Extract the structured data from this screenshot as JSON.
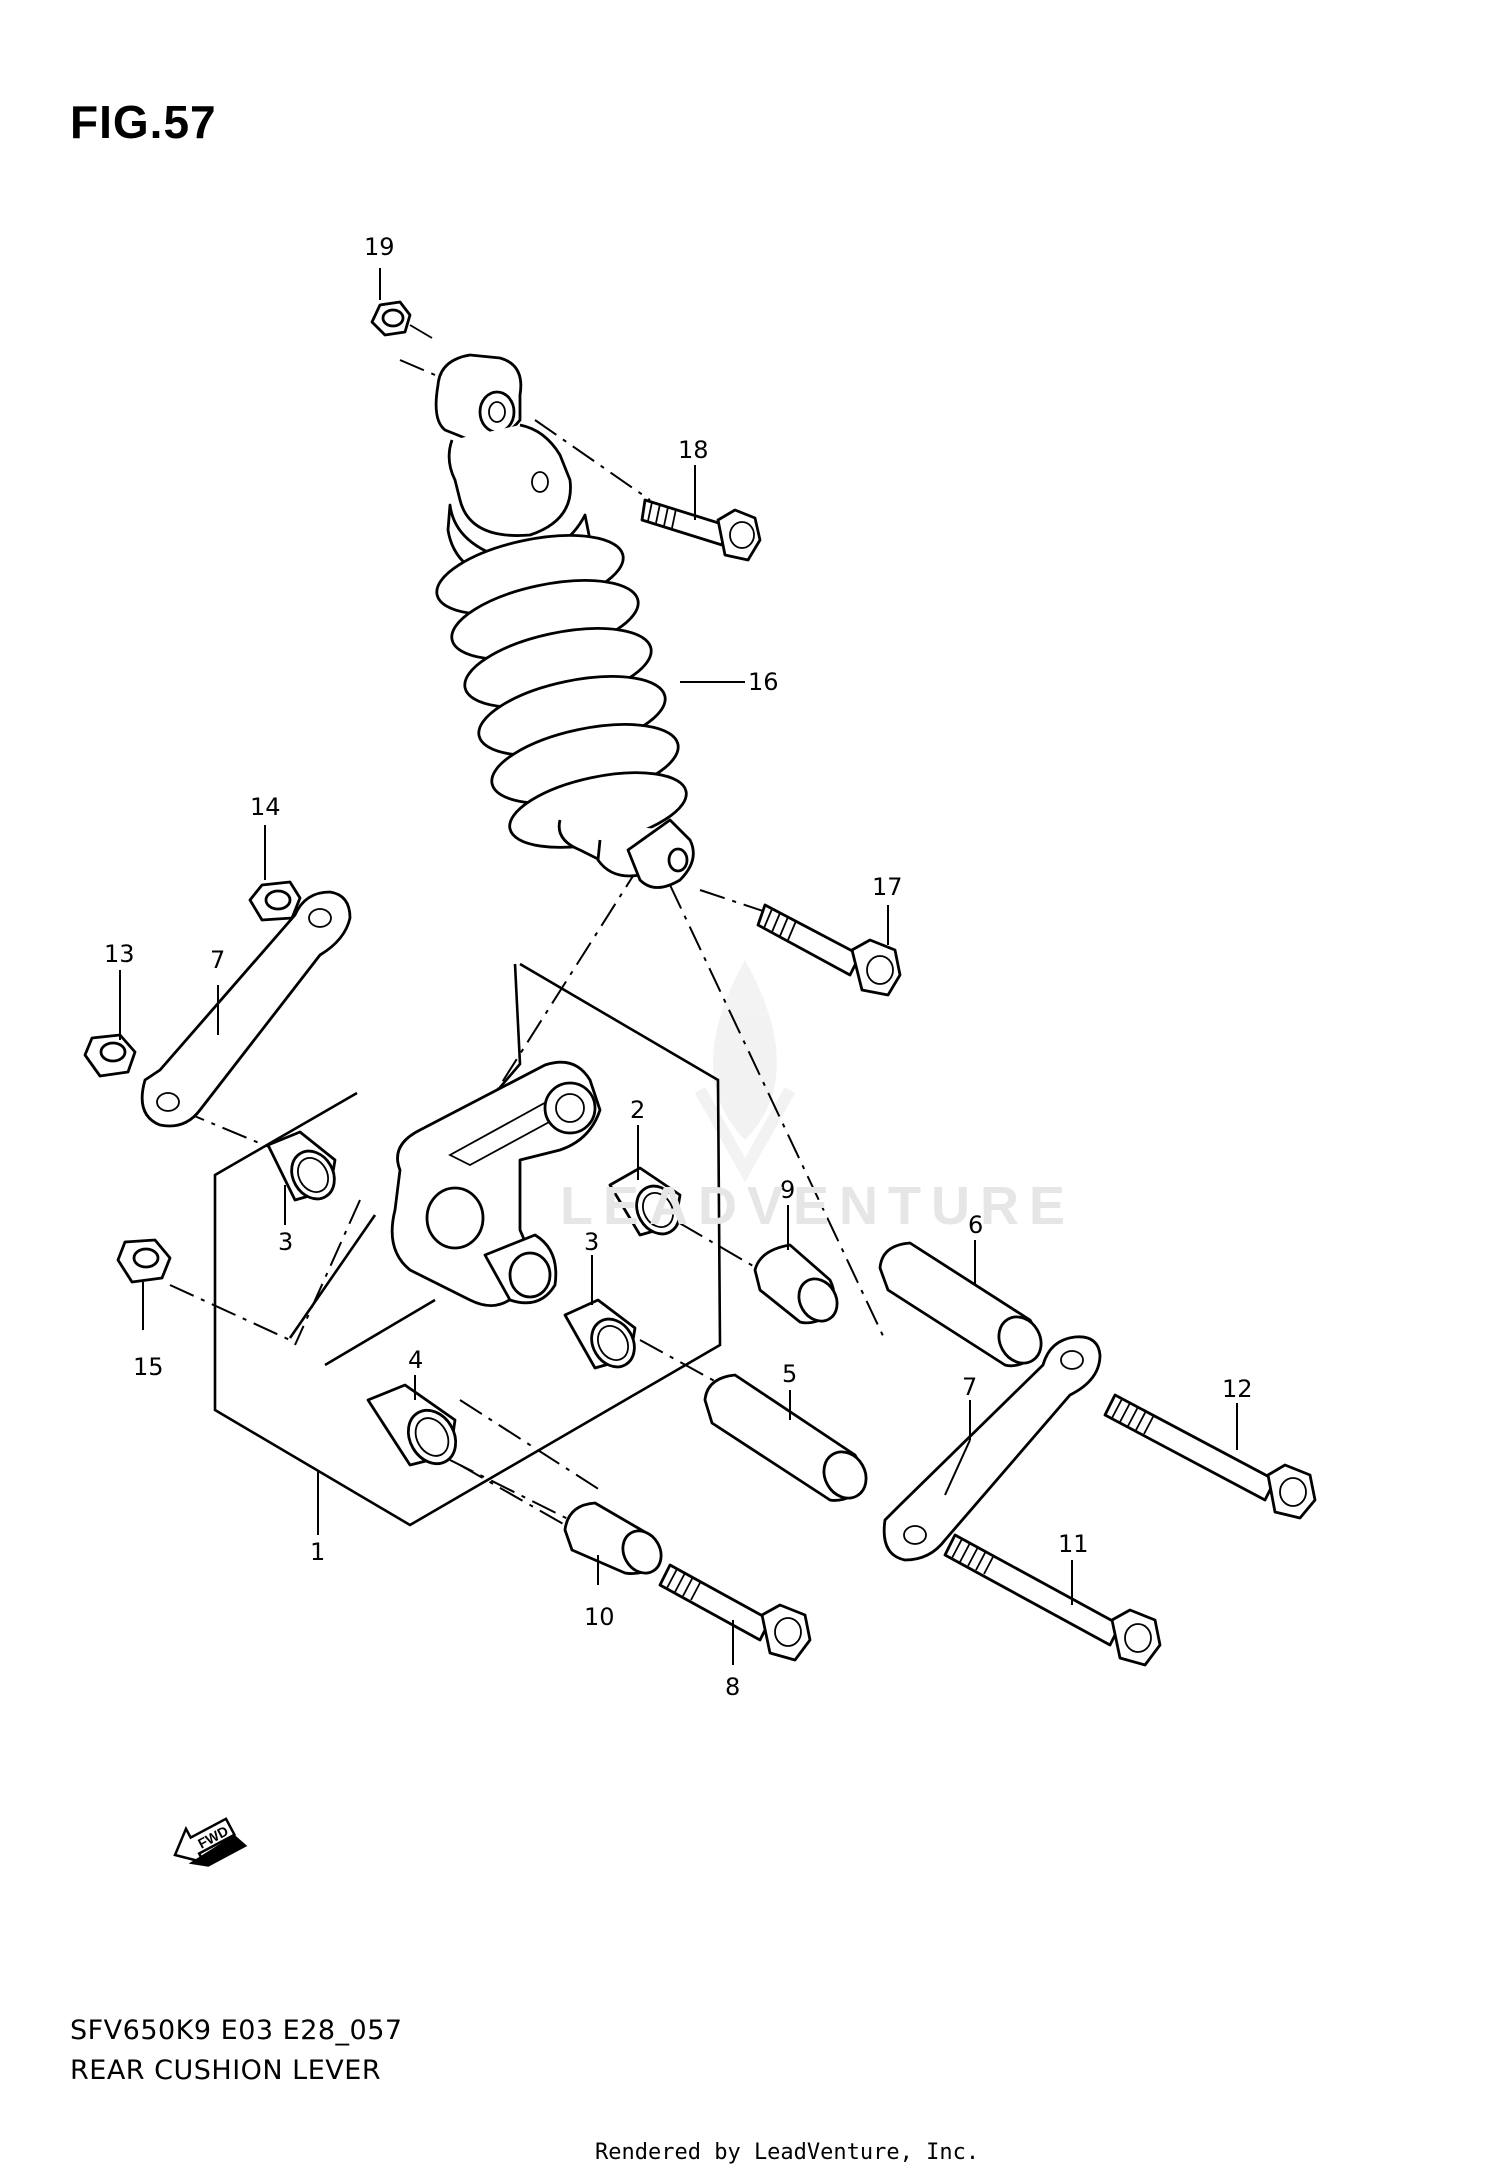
{
  "figure": {
    "title": "FIG.57",
    "model_code": "SFV650K9 E03 E28_057",
    "name": "REAR CUSHION LEVER",
    "rendered_by": "Rendered by LeadVenture, Inc.",
    "watermark": "LEADVENTURE",
    "fwd_label": "FWD"
  },
  "callouts": {
    "p1": "1",
    "p2": "2",
    "p3a": "3",
    "p3b": "3",
    "p4": "4",
    "p5": "5",
    "p6": "6",
    "p7a": "7",
    "p7b": "7",
    "p8": "8",
    "p9": "9",
    "p10": "10",
    "p11": "11",
    "p12": "12",
    "p13": "13",
    "p14": "14",
    "p15": "15",
    "p16": "16",
    "p17": "17",
    "p18": "18",
    "p19": "19"
  },
  "icons": {
    "fwd_arrow": "fwd-arrow-icon",
    "watermark_logo": "flame-logo-icon"
  }
}
